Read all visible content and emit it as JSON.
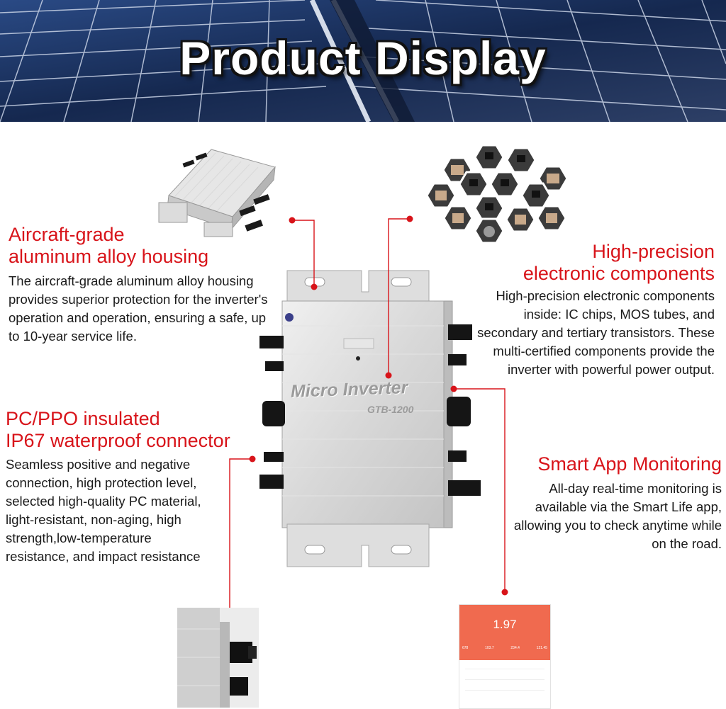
{
  "banner": {
    "title": "Product Display"
  },
  "features": {
    "housing": {
      "title_line1": "Aircraft-grade",
      "title_line2": "aluminum alloy housing",
      "description": "The aircraft-grade aluminum alloy housing provides superior protection for the inverter's operation and operation, ensuring a safe, up to 10-year service life."
    },
    "components": {
      "title_line1": "High-precision",
      "title_line2": "electronic components",
      "description": "High-precision electronic components inside: IC chips, MOS tubes, and secondary and tertiary transistors. These multi-certified components provide the inverter with powerful power output."
    },
    "connector": {
      "title_line1": "PC/PPO insulated",
      "title_line2": "IP67 waterproof connector",
      "description": "Seamless positive and negative connection, high protection level, selected high-quality PC material, light-resistant, non-aging, high strength,low-temperature resistance, and impact resistance"
    },
    "app": {
      "title": "Smart App Monitoring",
      "description": "All-day real-time monitoring is available via the Smart Life app, allowing you to check anytime while on the road."
    }
  },
  "product": {
    "name": "Micro Inverter",
    "model": "GTB-1200"
  },
  "app_screen": {
    "big_value": "1.97",
    "stats": [
      "678",
      "103.7",
      "234.4",
      "121.45"
    ]
  },
  "colors": {
    "accent_red": "#d8141a",
    "app_orange": "#f06a4f"
  }
}
